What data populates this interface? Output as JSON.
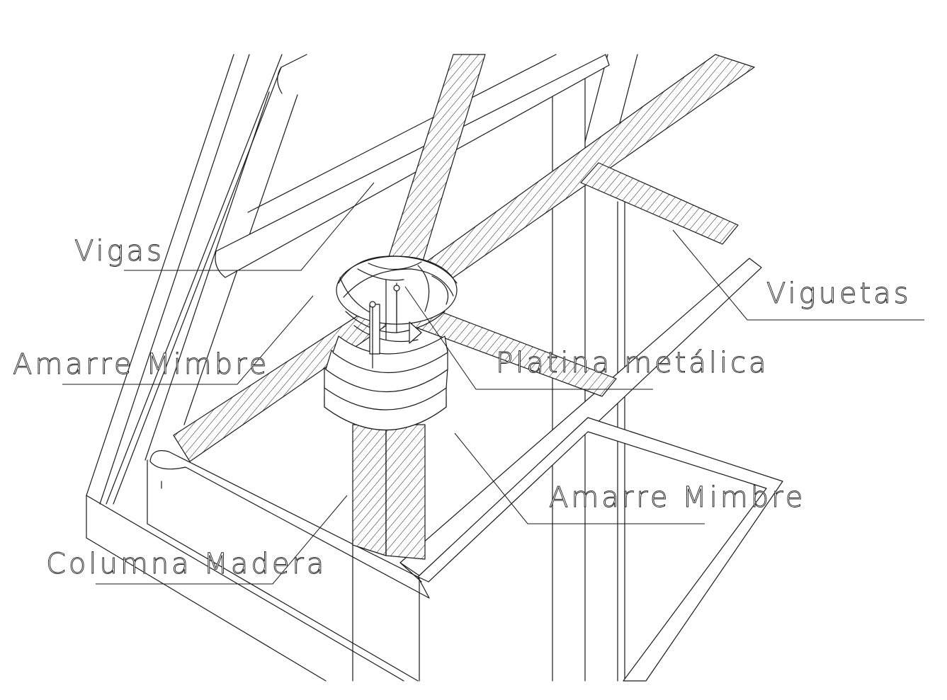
{
  "colors": {
    "ink": "#1a1a1a",
    "paper": "#ffffff"
  },
  "labels": {
    "vigas": "Vigas",
    "viguetas": "Viguetas",
    "amarre_mimbre_left": "Amarre Mimbre",
    "platina": "Platina metálica",
    "amarre_mimbre_right": "Amarre Mimbre",
    "columna": "Columna Madera"
  }
}
